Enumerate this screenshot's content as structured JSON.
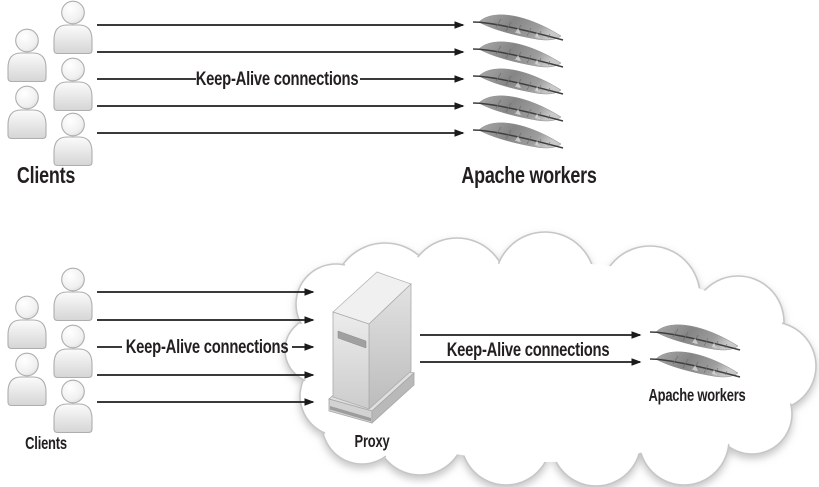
{
  "page": {
    "background": "#ffffff"
  },
  "colors": {
    "line": "#1e1e1e",
    "text": "#231f20",
    "cloud_stroke": "#c6c6c6",
    "cloud_fill": "#ffffff",
    "feather_body": "#8f8f8f",
    "person_fill": "#efefef",
    "person_stroke": "#b0b0b0",
    "server_front": "#dcdcdc",
    "server_side": "#cccccc",
    "server_top": "#f0f0f0"
  },
  "top_diagram": {
    "clients_label": "Clients",
    "keep_alive_label": "Keep-Alive connections",
    "workers_label": "Apache workers",
    "client_count": 5,
    "connection_count": 5,
    "worker_count": 5
  },
  "bottom_diagram": {
    "clients_label": "Clients",
    "client_keep_alive_label": "Keep-Alive connections",
    "proxy_label": "Proxy",
    "backend_keep_alive_label": "Keep-Alive connections",
    "workers_label": "Apache workers",
    "client_count": 5,
    "client_connection_count": 5,
    "backend_connection_count": 2,
    "worker_count": 2
  }
}
